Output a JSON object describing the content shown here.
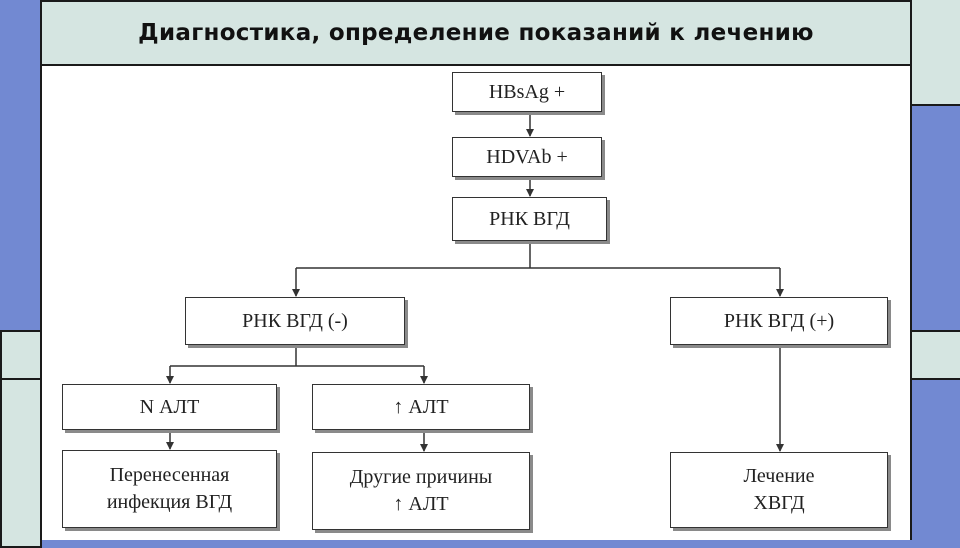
{
  "slide": {
    "title": "Диагностика, определение показаний к лечению"
  },
  "diagram": {
    "nodes": {
      "hbsag": "HBsAg +",
      "hdvab": "HDVAb +",
      "rna": "РНК ВГД",
      "rna_neg": "РНК ВГД (-)",
      "rna_pos": "РНК ВГД (+)",
      "alt_normal": "N АЛТ",
      "alt_high": "↑ АЛТ",
      "past_infection": "Перенесенная инфекция ВГД",
      "other_causes_line1": "Другие причины",
      "other_causes_line2": "↑ АЛТ",
      "treatment_line1": "Лечение",
      "treatment_line2": "ХВГД"
    }
  },
  "colors": {
    "background": "#7289d2",
    "title_bar": "#d5e5e1",
    "panel": "#d5e5e1",
    "border": "#1a1a1a"
  }
}
